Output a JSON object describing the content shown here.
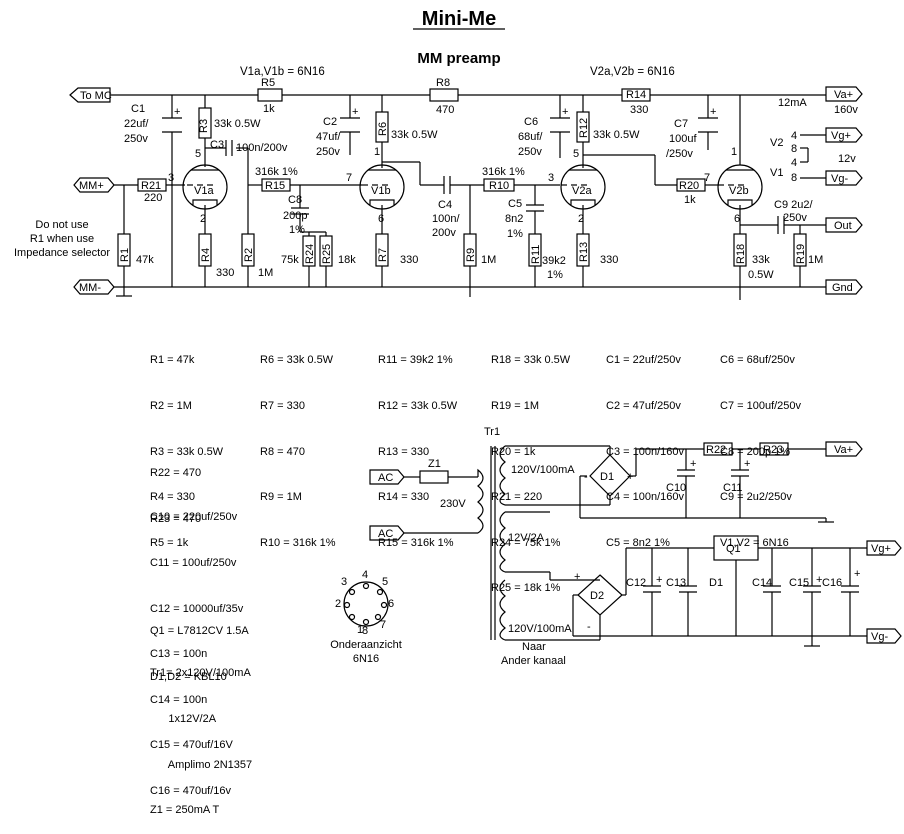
{
  "title": "Mini-Me",
  "subtitle": "MM preamp",
  "tube_labels": {
    "v1": "V1a,V1b = 6N16",
    "v2": "V2a,V2b = 6N16"
  },
  "ports": {
    "to_mc": "To MC",
    "mm_plus": "MM+",
    "mm_minus": "MM-",
    "va_plus": "Va+",
    "vg_plus": "Vg+",
    "vg_minus": "Vg-",
    "out": "Out",
    "gnd": "Gnd",
    "ac": "AC"
  },
  "notes": {
    "r1": [
      "Do not use",
      "R1 when use",
      "Impedance selector"
    ],
    "current": "12mA",
    "voltage": "160v",
    "heater": "12v",
    "heater_v1": "V1",
    "heater_v2": "V2",
    "heater_pins": [
      "4",
      "8",
      "4",
      "8"
    ]
  },
  "amp_labels": {
    "c1": [
      "C1",
      "22uf/",
      "250v"
    ],
    "r5": [
      "R5",
      "1k"
    ],
    "r3": [
      "R3",
      "33k 0.5W"
    ],
    "c3": [
      "C3",
      "100n/200v"
    ],
    "r21": [
      "R21",
      "220"
    ],
    "v1a": "V1a",
    "r4": [
      "R4",
      "330"
    ],
    "r1": [
      "R1",
      "47k"
    ],
    "r2": [
      "R2",
      "1M"
    ],
    "r15": [
      "316k 1%",
      "R15"
    ],
    "c8": [
      "C8",
      "200p",
      "1%"
    ],
    "r24": [
      "R24",
      "75k"
    ],
    "r25": [
      "R25",
      "18k"
    ],
    "c2": [
      "C2",
      "47uf/",
      "250v"
    ],
    "r6": [
      "R6",
      "33k 0.5W"
    ],
    "v1b": "V1b",
    "r7": [
      "R7",
      "330"
    ],
    "r8": [
      "R8",
      "470"
    ],
    "c4": [
      "C4",
      "100n/",
      "200v"
    ],
    "r9": [
      "R9",
      "1M"
    ],
    "r10": [
      "316k 1%",
      "R10"
    ],
    "c5": [
      "C5",
      "8n2",
      "1%"
    ],
    "r11": [
      "R11",
      "39k2",
      "1%"
    ],
    "c6": [
      "C6",
      "68uf/",
      "250v"
    ],
    "r12": [
      "R12",
      "33k 0.5W"
    ],
    "v2a": "V2a",
    "r13": [
      "R13",
      "330"
    ],
    "r14": [
      "R14",
      "330"
    ],
    "c7": [
      "C7",
      "100uf",
      "/250v"
    ],
    "r20": [
      "R20",
      "1k"
    ],
    "v2b": "V2b",
    "c9": [
      "C9 2u2/",
      "250v"
    ],
    "r18": [
      "R18",
      "33k",
      "0.5W"
    ],
    "r19": [
      "R19",
      "1M"
    ],
    "pins": {
      "p5": "5",
      "p1": "1",
      "p2": "2",
      "p3": "3",
      "p6": "6",
      "p7": "7"
    }
  },
  "psu_labels": {
    "tr1": "Tr1",
    "z1": "Z1",
    "mains": "230V",
    "sec1": "120V/100mA",
    "sec2": "12V/2A",
    "sec3": "120V/100mA",
    "d1": "D1",
    "d2": "D2",
    "r22": "R22",
    "r23": "R23",
    "c10": "C10",
    "c11": "C11",
    "q1": "Q1",
    "c12": "C12",
    "c13": "C13",
    "d1b": "D1",
    "c14": "C14",
    "c15": "C15",
    "c16": "C16",
    "naar": [
      "Naar",
      "Ander kanaal"
    ],
    "plus": "+",
    "minus": "-"
  },
  "socket": {
    "pins": [
      "1",
      "2",
      "3",
      "4",
      "5",
      "6",
      "7",
      "8"
    ],
    "caption": [
      "Onderaanzicht",
      "6N16"
    ]
  },
  "parts_list": {
    "col1": [
      "R1 = 47k",
      "R2 = 1M",
      "R3 = 33k 0.5W",
      "R4 = 330",
      "R5 = 1k"
    ],
    "col2": [
      "R6 = 33k 0.5W",
      "R7 = 330",
      "R8 = 470",
      "R9 = 1M",
      "R10 = 316k 1%"
    ],
    "col3": [
      "R11 = 39k2 1%",
      "R12 = 33k 0.5W",
      "R13 = 330",
      "R14 = 330",
      "R15 = 316k 1%"
    ],
    "col4": [
      "R18 = 33k 0.5W",
      "R19 = 1M",
      "R20 = 1k",
      "R21 = 220",
      "R24 = 75k 1%",
      "R25 = 18k 1%"
    ],
    "col5": [
      "C1 = 22uf/250v",
      "C2 = 47uf/250v",
      "C3 = 100n/160v",
      "C4 = 100n/160v",
      "C5 = 8n2 1%"
    ],
    "col6": [
      "C6 = 68uf/250v",
      "C7 = 100uf/250v",
      "C8 = 200p 1%",
      "C9 = 2u2/250v",
      "V1,V2 = 6N16"
    ]
  },
  "psu_parts": {
    "r": [
      "R22 = 470",
      "R23 = 470"
    ],
    "c": [
      "C10 = 220uf/250v",
      "C11 = 100uf/250v",
      "C12 = 10000uf/35v",
      "C13 = 100n",
      "C14 = 100n",
      "C15 = 470uf/16V",
      "C16 = 470uf/16v"
    ],
    "semi": [
      "Q1 = L7812CV 1.5A",
      "D1,D2 = KBL10"
    ],
    "tr": [
      "Tr1= 2x120V/100mA",
      "      1x12V/2A",
      "      Amplimo 2N1357",
      "Z1 = 250mA T"
    ]
  }
}
